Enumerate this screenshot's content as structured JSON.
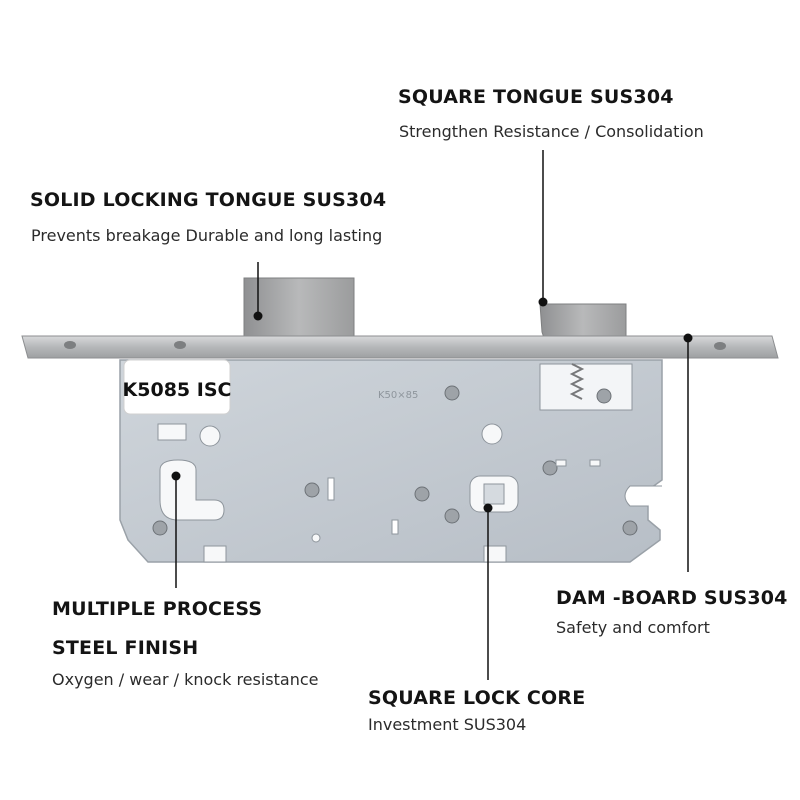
{
  "callouts": {
    "square_tongue": {
      "title": "SQUARE TONGUE SUS304",
      "subtitle": "Strengthen Resistance / Consolidation"
    },
    "solid_tongue": {
      "title": "SOLID LOCKING TONGUE SUS304",
      "subtitle": "Prevents breakage Durable and long lasting"
    },
    "multiple_process": {
      "title_line1": "MULTIPLE PROCESS",
      "title_line2": "STEEL FINISH",
      "subtitle": "Oxygen / wear / knock resistance"
    },
    "dam_board": {
      "title": "DAM -BOARD SUS304",
      "subtitle": "Safety and comfort"
    },
    "lock_core": {
      "title": "SQUARE LOCK CORE",
      "subtitle": "Investment SUS304"
    }
  },
  "lock_body": {
    "model_label": "K5085 ISC",
    "stamp": "K50×85"
  },
  "colors": {
    "plate": "#c6ccd2",
    "faceplate": "#b4b6b8",
    "tongue": "#a9aaab",
    "leader": "#111111"
  }
}
